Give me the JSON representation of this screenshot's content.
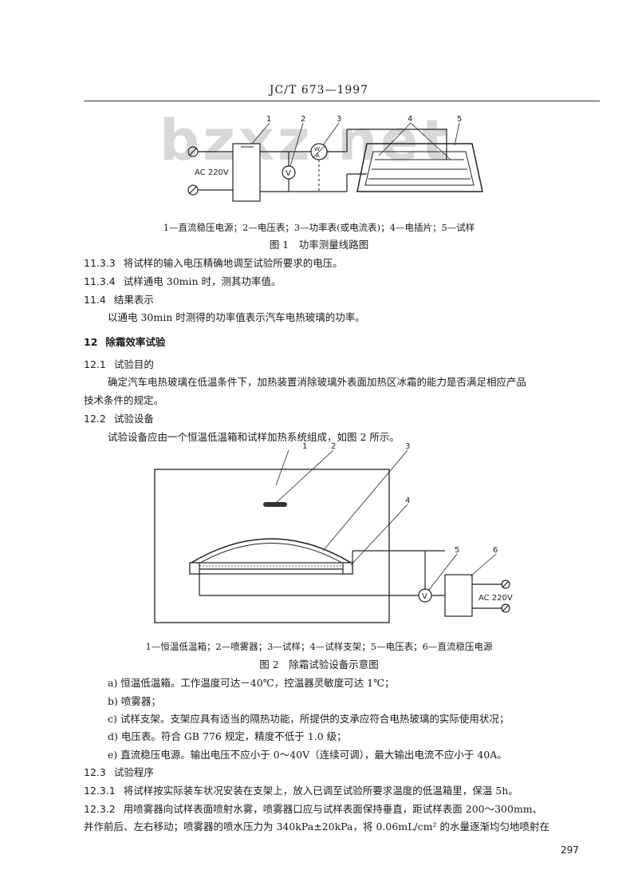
{
  "header": {
    "standard": "JC/T 673—1997"
  },
  "watermark": "bzxz.net",
  "fig1": {
    "labels": [
      "1",
      "2",
      "3",
      "4",
      "5"
    ],
    "source_label": "AC 220V",
    "meter_v": "V",
    "meter_w": "W\nA",
    "caption": "1—直流稳压电源；2—电压表；3—功率表(或电流表)；4—电插片；5—试样",
    "title": "图 1　功率测量线路图"
  },
  "sections": [
    {
      "num": "11.3.3",
      "text": "将试样的输入电压精确地调至试验所要求的电压。"
    },
    {
      "num": "11.3.4",
      "text": "试样通电 30min 时，测其功率值。"
    },
    {
      "num": "11.4",
      "text": "结果表示"
    },
    {
      "num": "",
      "text": "以通电 30min 时测得的功率值表示汽车电热玻璃的功率。"
    },
    {
      "num": "12",
      "text": "除霜效率试验"
    },
    {
      "num": "12.1",
      "text": "试验目的"
    },
    {
      "num": "",
      "text": "确定汽车电热玻璃在低温条件下，加热装置消除玻璃外表面加热区冰霜的能力是否满足相应产品"
    },
    {
      "num": "",
      "text": "技术条件的规定。"
    },
    {
      "num": "12.2",
      "text": "试验设备"
    },
    {
      "num": "",
      "text": "试验设备应由一个恒温低温箱和试样加热系统组成，如图 2 所示。"
    }
  ],
  "fig2": {
    "labels": [
      "1",
      "2",
      "3",
      "4",
      "5",
      "6"
    ],
    "source_label": "AC 220V",
    "meter_v": "V",
    "caption": "1—恒温低温箱；2—喷雾器；3—试样；4—试样支架；5—电压表；6—直流稳压电源",
    "title": "图 2　除霜试验设备示意图"
  },
  "items": [
    "a) 恒温低温箱。工作温度可达－40℃，控温器灵敏度可达 1℃；",
    "b) 喷雾器；",
    "c) 试样支架。支架应具有适当的隔热功能，所提供的支承应符合电热玻璃的实际使用状况；",
    "d) 电压表。符合 GB 776 规定，精度不低于 1.0 级；",
    "e) 直流稳压电源。输出电压不应小于 0～40V（连续可调），最大输出电流不应小于 40A。"
  ],
  "sections2": [
    {
      "num": "12.3",
      "text": "试验程序"
    },
    {
      "num": "12.3.1",
      "text": "将试样按实际装车状况安装在支架上，放入已调至试验所要求温度的低温箱里，保温 5h。"
    },
    {
      "num": "12.3.2",
      "text": "用喷雾器向试样表面喷射水雾，喷雾器口应与试样表面保持垂直，距试样表面 200～300mm、"
    },
    {
      "num": "",
      "text": "并作前后、左右移动；喷雾器的喷水压力为 340kPa±20kPa，将 0.06mL/cm² 的水量逐渐均匀地喷射在"
    }
  ],
  "page_number": "297"
}
